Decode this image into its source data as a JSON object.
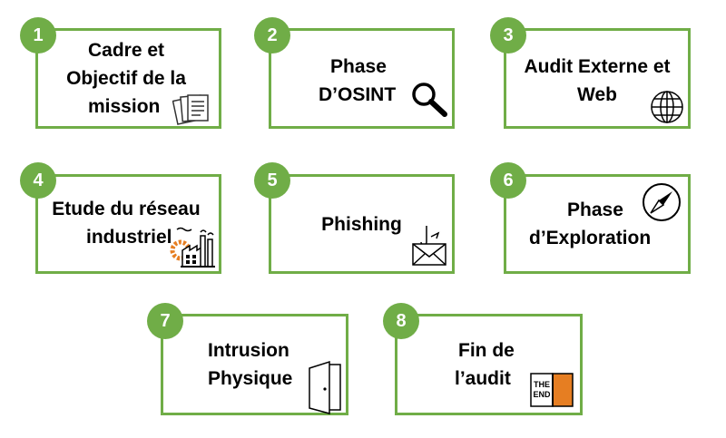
{
  "colors": {
    "accent": "#70ad47",
    "badge_text": "#ffffff",
    "text": "#000000",
    "end_book": "#e67e22"
  },
  "steps": [
    {
      "number": "1",
      "lines": [
        "Cadre et",
        "Objectif de la",
        "mission"
      ],
      "icon": "documents-icon"
    },
    {
      "number": "2",
      "lines": [
        "Phase",
        "D’OSINT"
      ],
      "icon": "magnifier-icon"
    },
    {
      "number": "3",
      "lines": [
        "Audit Externe et",
        "Web"
      ],
      "icon": "globe-icon"
    },
    {
      "number": "4",
      "lines": [
        "Etude du réseau",
        "industriel"
      ],
      "icon": "factory-icon"
    },
    {
      "number": "5",
      "lines": [
        "Phishing"
      ],
      "icon": "phishing-envelope-icon"
    },
    {
      "number": "6",
      "lines": [
        "Phase",
        "d’Exploration"
      ],
      "icon": "compass-icon"
    },
    {
      "number": "7",
      "lines": [
        "Intrusion",
        "Physique"
      ],
      "icon": "door-icon"
    },
    {
      "number": "8",
      "lines": [
        "Fin de",
        "l’audit"
      ],
      "icon": "the-end-book-icon",
      "icon_text": [
        "THE",
        "END"
      ]
    }
  ]
}
